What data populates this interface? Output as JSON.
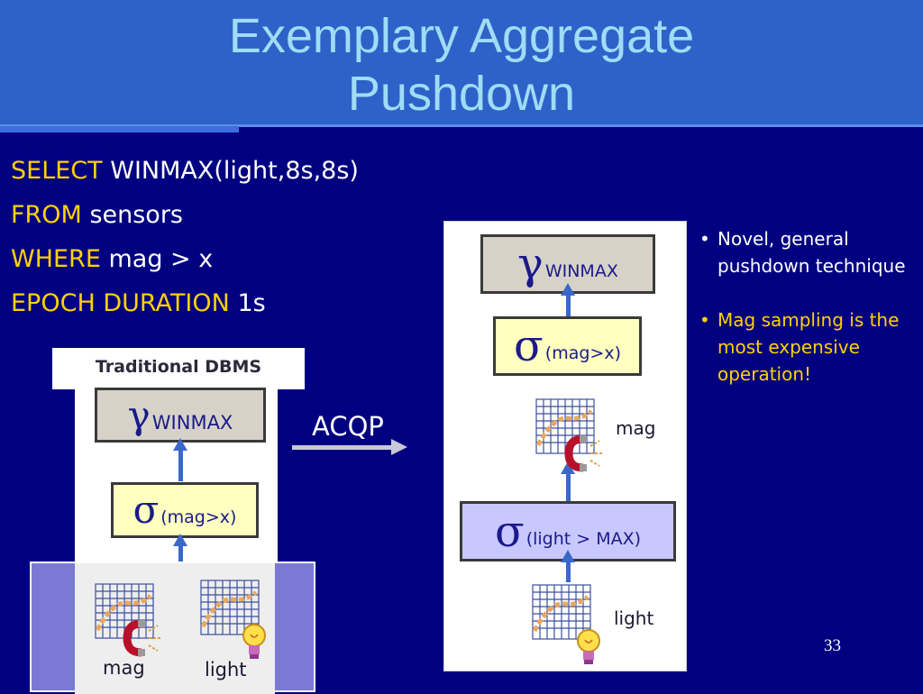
{
  "slide": {
    "title_line1": "Exemplary Aggregate",
    "title_line2": "Pushdown",
    "page_number": "33"
  },
  "query": {
    "lines": [
      {
        "keyword": "SELECT",
        "rest": "WINMAX(light,8s,8s)"
      },
      {
        "keyword": "FROM",
        "rest": "sensors"
      },
      {
        "keyword": "WHERE",
        "rest": "mag > x"
      },
      {
        "keyword": "EPOCH DURATION",
        "rest": "1s"
      }
    ]
  },
  "left_plan": {
    "label": "Traditional DBMS",
    "agg_symbol": "γ",
    "agg_text": "WINMAX",
    "sel_symbol": "σ",
    "sel_text": "(mag>x)",
    "sensor_labels": [
      "mag",
      "light"
    ]
  },
  "transform_label": "ACQP",
  "right_plan": {
    "agg_symbol": "γ",
    "agg_text": "WINMAX",
    "sel1_symbol": "σ",
    "sel1_text": "(mag>x)",
    "sel2_symbol": "σ",
    "sel2_text": "(light > MAX)",
    "sensor_labels": [
      "mag",
      "light"
    ]
  },
  "bullets": [
    {
      "text": "Novel, general pushdown technique",
      "highlight": false
    },
    {
      "text": "Mag sampling is the most expensive operation!",
      "highlight": true
    }
  ],
  "colors": {
    "background": "#000080",
    "title_band": "#2f62c8",
    "title_text": "#9fdcf6",
    "keyword": "#ffd200",
    "arrow": "#3b68c8"
  },
  "icons": [
    "grid-chart-icon",
    "magnet-icon",
    "lightbulb-icon"
  ]
}
